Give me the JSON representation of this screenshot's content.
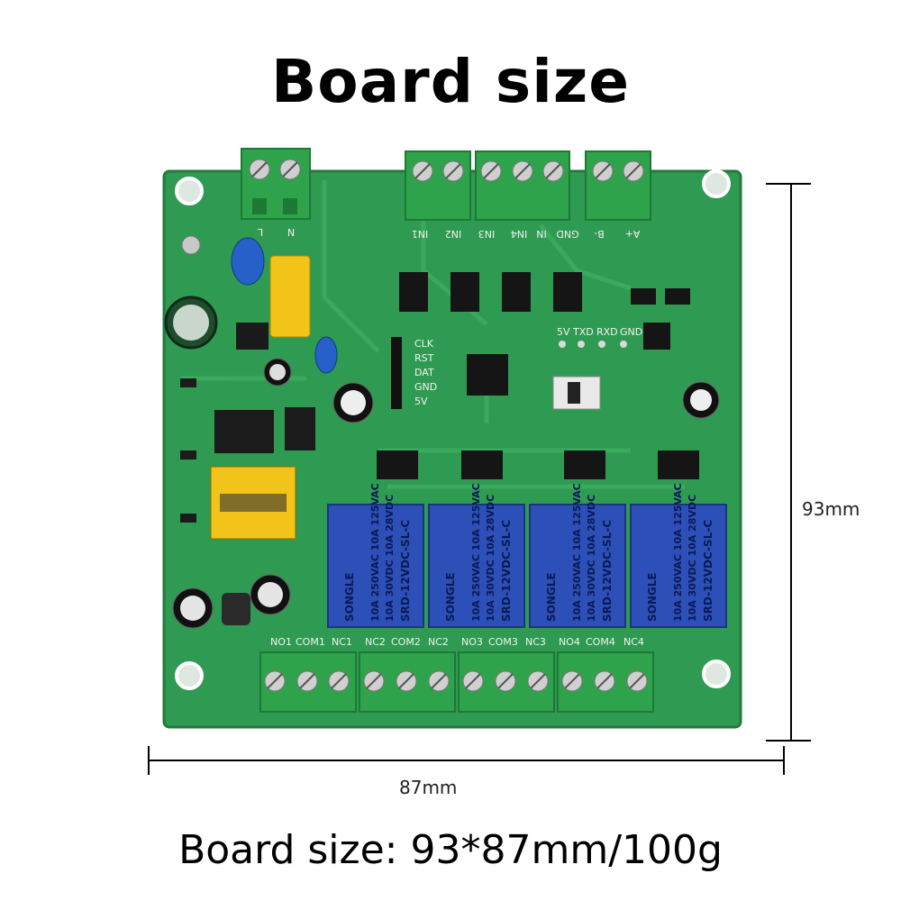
{
  "title": "Board size",
  "caption": "Board size: 93*87mm/100g",
  "dimensions": {
    "height": "93mm",
    "width": "87mm"
  },
  "colors": {
    "pcb": "#2f9a52",
    "pcb_dark": "#1f7a3c",
    "terminal": "#2ea34c",
    "relay": "#2c4fb8",
    "capacitor_yellow": "#f2c318"
  },
  "silkscreen": {
    "power_terminal": [
      "N",
      "L"
    ],
    "input_terminals": [
      "IN1",
      "IN2",
      "IN3",
      "IN4",
      "IN",
      "GND",
      "B-",
      "A+"
    ],
    "header_p7": [
      "CLK",
      "RST",
      "DAT",
      "GND",
      "5V"
    ],
    "header_p6": [
      "5V",
      "TXD",
      "RXD",
      "GND"
    ],
    "output_terminals": [
      "NO1",
      "COM1",
      "NC1",
      "NC2",
      "COM2",
      "NC2",
      "NO3",
      "COM3",
      "NC3",
      "NO4",
      "COM4",
      "NC4"
    ]
  },
  "relay_text": {
    "brand": "SONGLE",
    "model": "SRD-12VDC-SL-C",
    "rating1": "10A 250VAC 10A 125VAC",
    "rating2": "10A 30VDC 10A 28VDC"
  }
}
